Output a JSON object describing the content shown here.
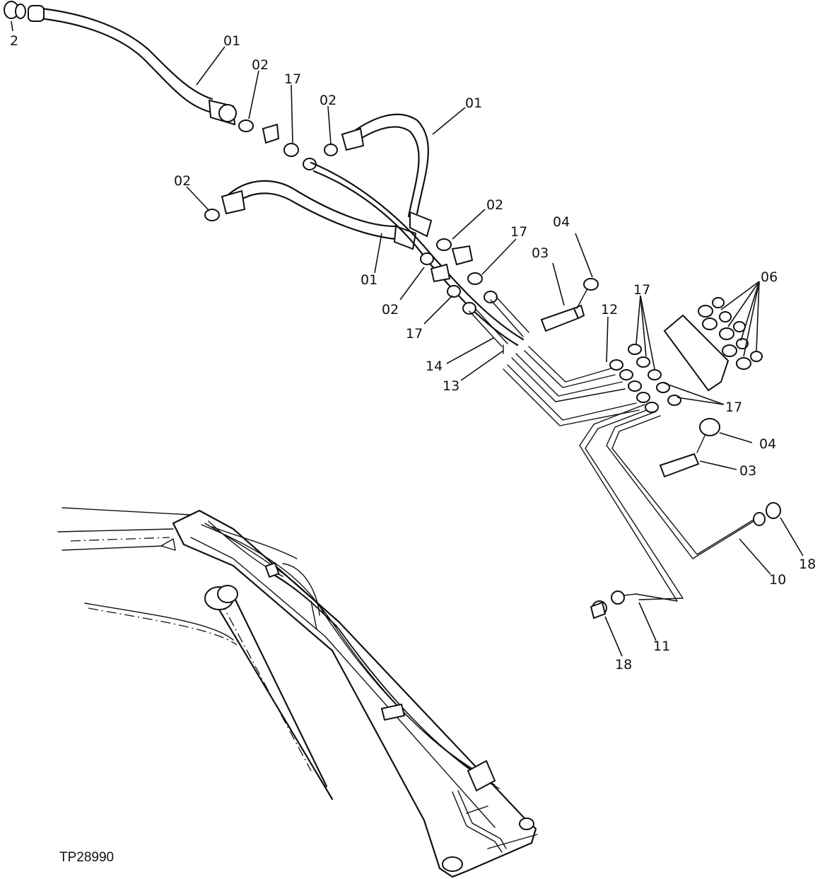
{
  "figure_ref": "TP28990",
  "callouts": {
    "c_2": "2",
    "c_01a": "01",
    "c_02a": "02",
    "c_17a": "17",
    "c_02b": "02",
    "c_01b": "01",
    "c_02c": "02",
    "c_01c": "01",
    "c_02d": "02",
    "c_02e": "02",
    "c_17b": "17",
    "c_17c": "17",
    "c_04a": "04",
    "c_03a": "03",
    "c_06": "06",
    "c_17d": "17",
    "c_12": "12",
    "c_14": "14",
    "c_13": "13",
    "c_17e": "17",
    "c_04b": "04",
    "c_03b": "03",
    "c_18a": "18",
    "c_10": "10",
    "c_11": "11",
    "c_18b": "18"
  }
}
